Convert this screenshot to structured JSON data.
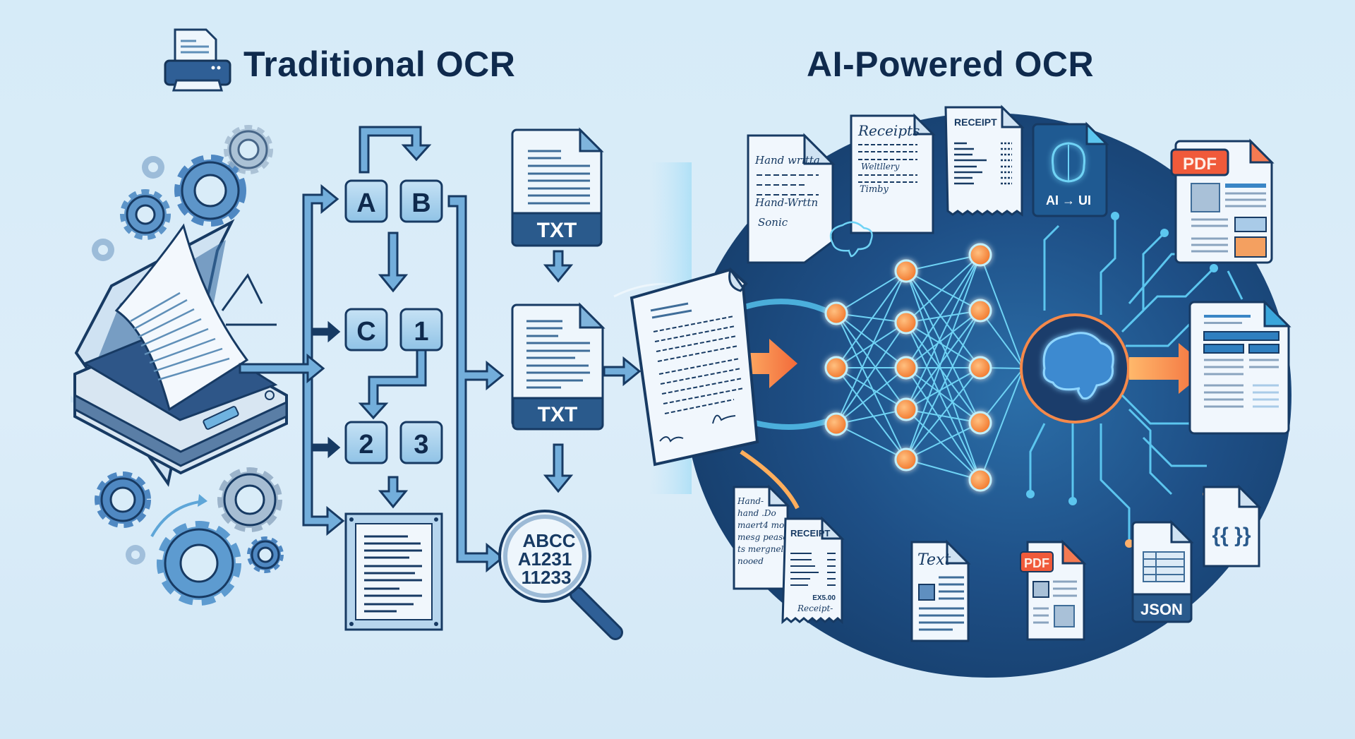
{
  "titles": {
    "traditional": "Traditional OCR",
    "ai": "AI-Powered OCR"
  },
  "traditional": {
    "tiles": [
      "A",
      "B",
      "C",
      "1",
      "2",
      "3"
    ],
    "txt_files": [
      "TXT",
      "TXT"
    ],
    "magnifier_lines": [
      "ABCC",
      "A1231",
      "11233"
    ],
    "icons": [
      "printer-icon",
      "scanner-icon",
      "gear-icon",
      "document-frame-icon",
      "magnifier-icon"
    ]
  },
  "ai": {
    "input_docs": [
      {
        "type": "handwritten",
        "lines": [
          "Hand writta",
          "Hand-Wrttn",
          "Sonic"
        ]
      },
      {
        "type": "receipts",
        "title": "Receipts",
        "lines": [
          "Weltllery",
          "Timby"
        ]
      },
      {
        "type": "receipt",
        "title": "RECEIPT"
      },
      {
        "type": "ai-card",
        "label": "AI → UI"
      }
    ],
    "bottom_docs": [
      {
        "type": "handwritten",
        "lines": [
          "Hand-",
          "hand .Do",
          "maert4 mott",
          "mesg peases",
          "ts mergnel",
          "nooed"
        ]
      },
      {
        "type": "receipt",
        "title": "RECEIPT",
        "total": "EX5.00",
        "footer": "Receipt-"
      },
      {
        "type": "text",
        "title": "Text"
      },
      {
        "type": "pdf",
        "badge": "PDF"
      },
      {
        "type": "json",
        "label": "JSON"
      },
      {
        "type": "code",
        "label": "{{ }}"
      }
    ],
    "right_docs": [
      {
        "type": "pdf",
        "badge": "PDF"
      },
      {
        "type": "report"
      }
    ],
    "colors": {
      "node": "#f58a3c",
      "link": "#6fd3f5",
      "circle_bg": "#1b3d6b",
      "accent_orange": "#f26a3a",
      "dark": "#0f2a4d"
    }
  }
}
